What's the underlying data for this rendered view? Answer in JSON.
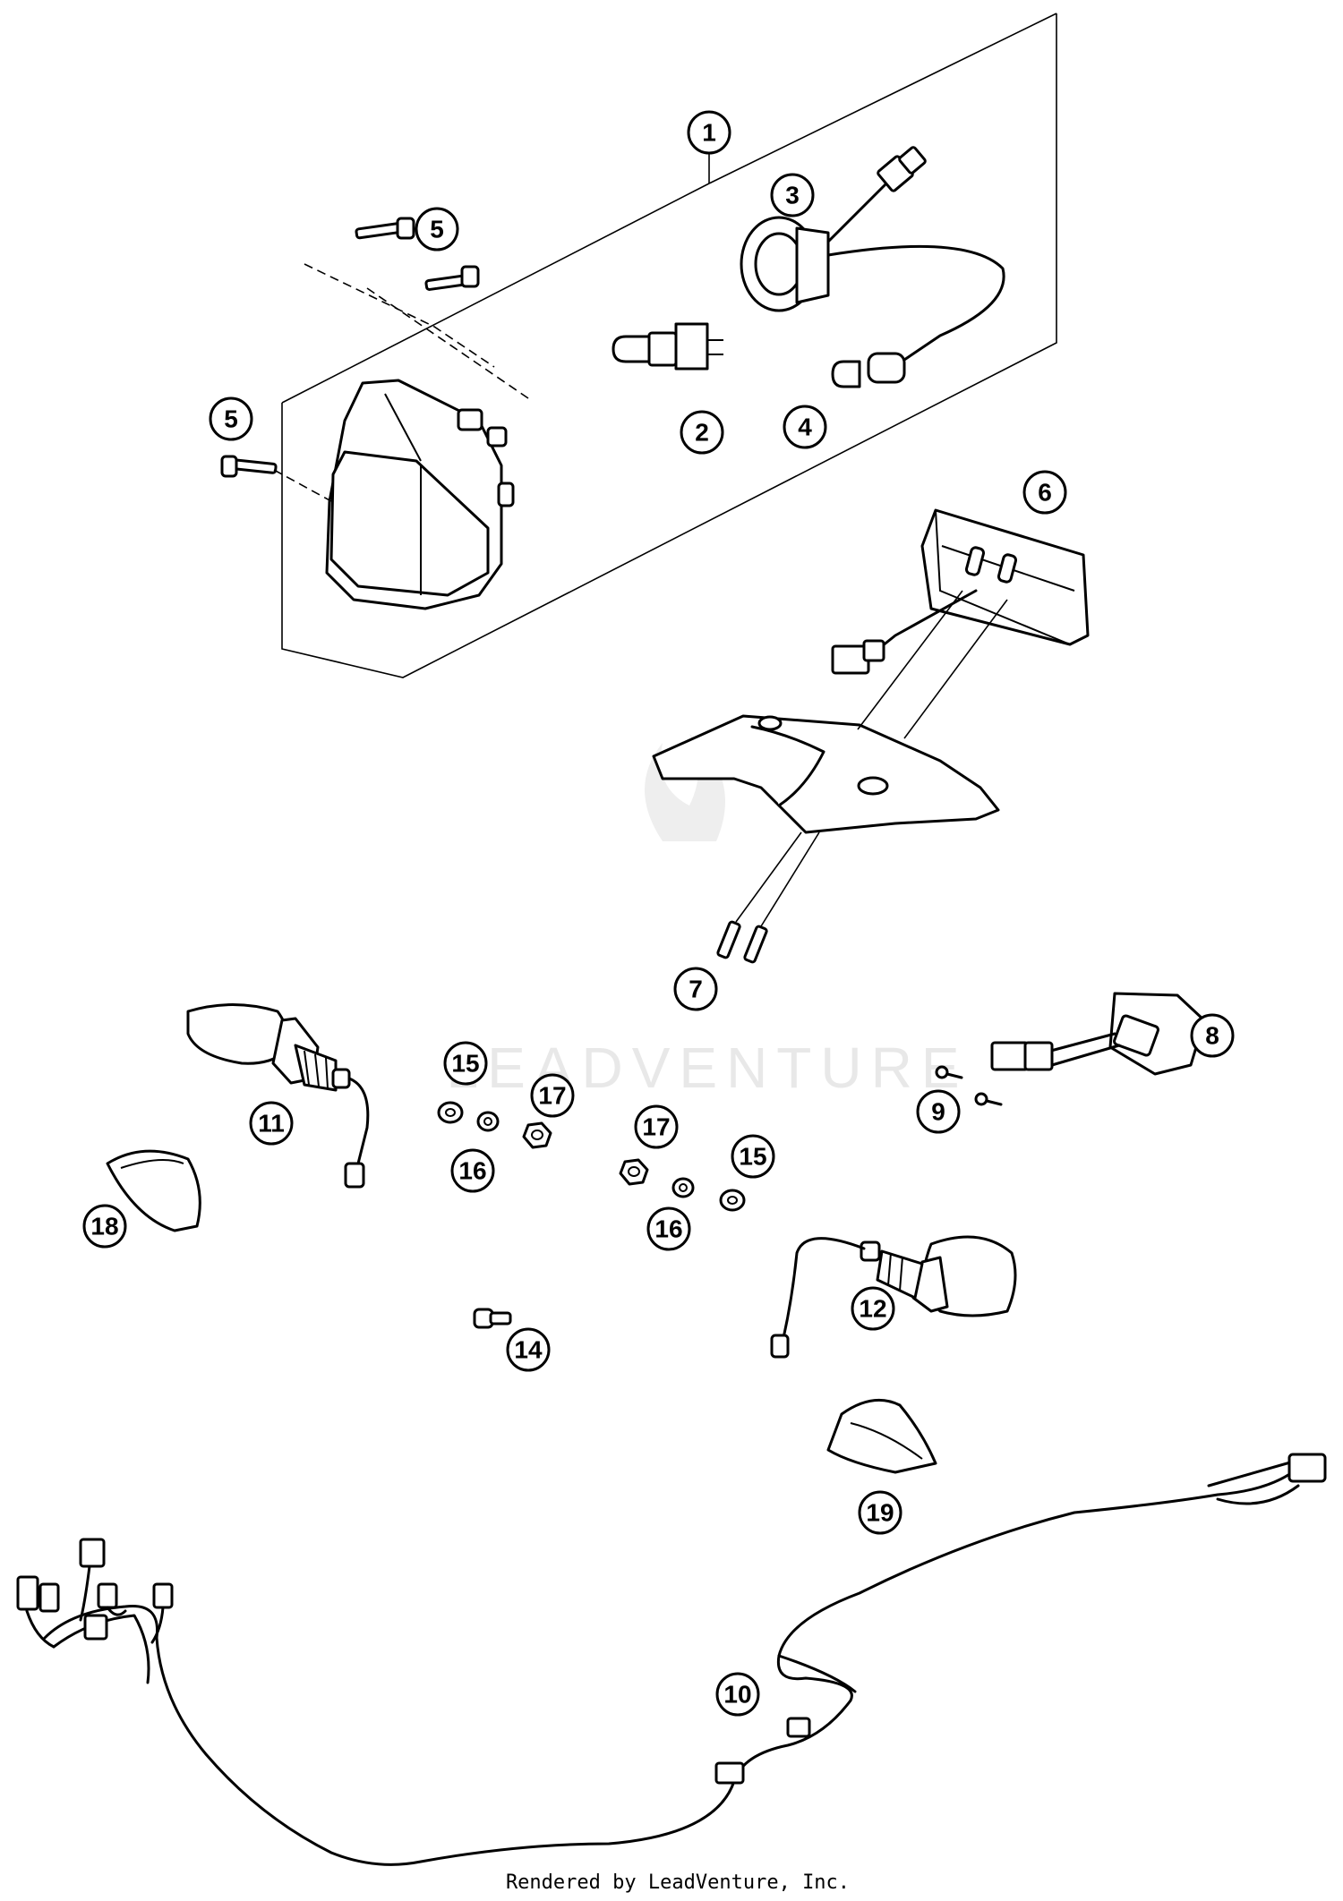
{
  "watermark": {
    "text": "LEADVENTURE"
  },
  "footer": {
    "credit": "Rendered by LeadVenture, Inc."
  },
  "callouts": [
    {
      "id": "c1",
      "label": "1"
    },
    {
      "id": "c2",
      "label": "2"
    },
    {
      "id": "c3",
      "label": "3"
    },
    {
      "id": "c4",
      "label": "4"
    },
    {
      "id": "c5a",
      "label": "5"
    },
    {
      "id": "c5b",
      "label": "5"
    },
    {
      "id": "c6",
      "label": "6"
    },
    {
      "id": "c7",
      "label": "7"
    },
    {
      "id": "c8",
      "label": "8"
    },
    {
      "id": "c9",
      "label": "9"
    },
    {
      "id": "c10",
      "label": "10"
    },
    {
      "id": "c11",
      "label": "11"
    },
    {
      "id": "c12",
      "label": "12"
    },
    {
      "id": "c14",
      "label": "14"
    },
    {
      "id": "c15a",
      "label": "15"
    },
    {
      "id": "c15b",
      "label": "15"
    },
    {
      "id": "c16a",
      "label": "16"
    },
    {
      "id": "c16b",
      "label": "16"
    },
    {
      "id": "c17a",
      "label": "17"
    },
    {
      "id": "c17b",
      "label": "17"
    },
    {
      "id": "c18",
      "label": "18"
    },
    {
      "id": "c19",
      "label": "19"
    }
  ]
}
